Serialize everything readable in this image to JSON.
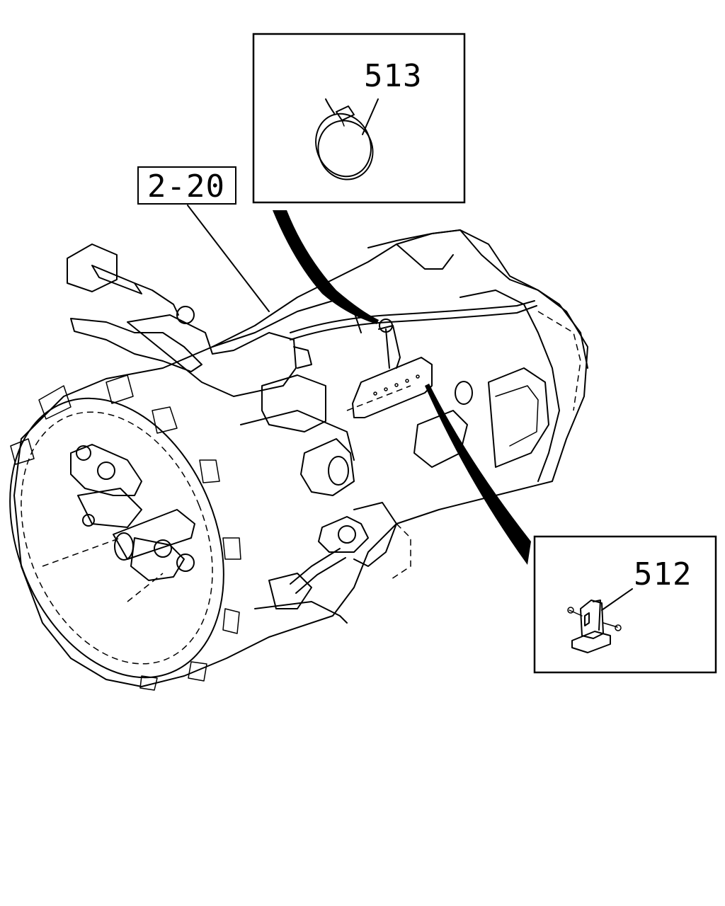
{
  "labels": {
    "ref_assembly": "2-20",
    "part_clamp": "513",
    "part_clip": "512"
  }
}
